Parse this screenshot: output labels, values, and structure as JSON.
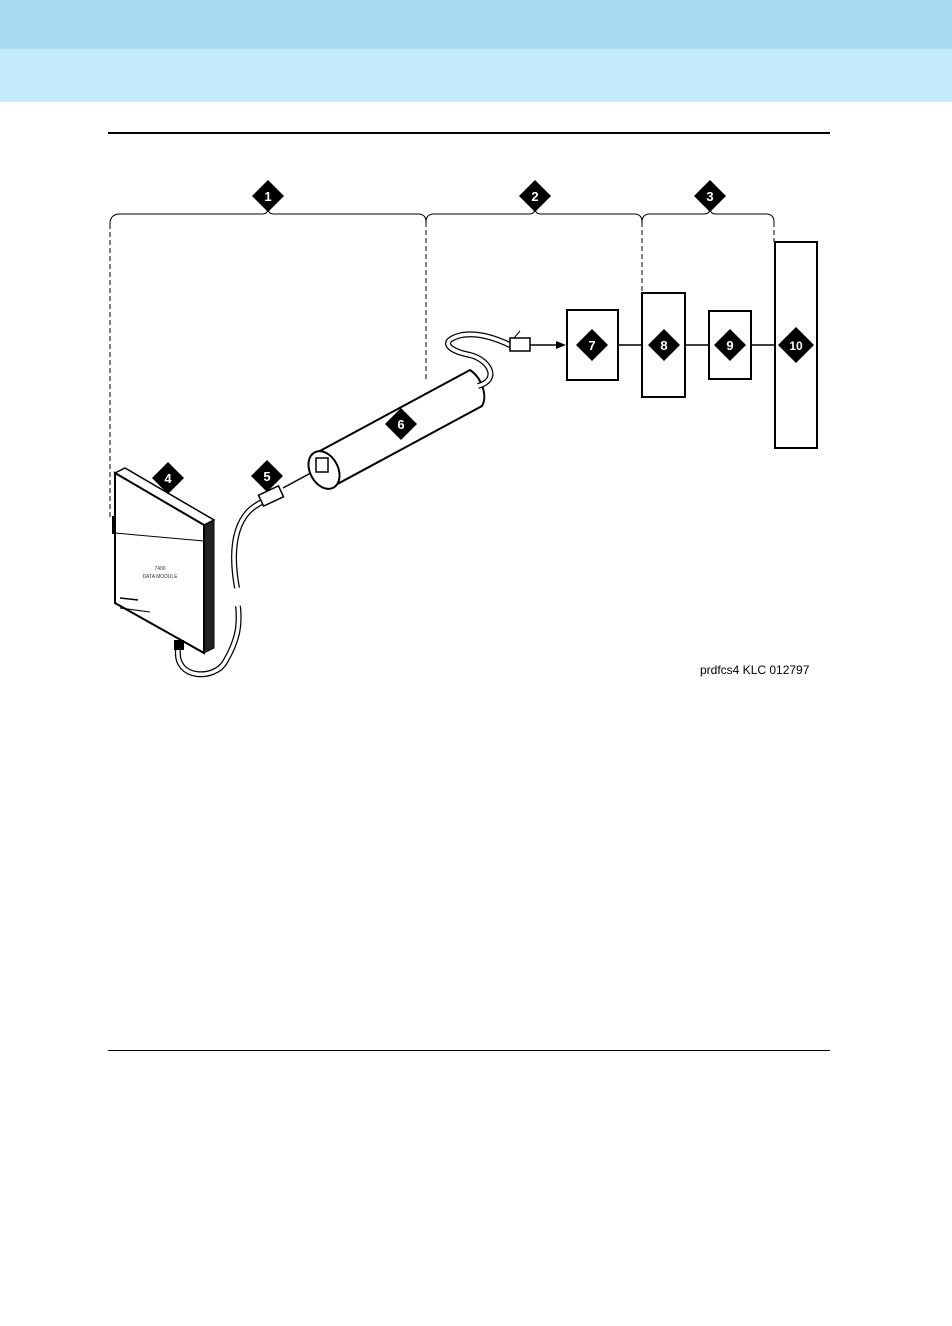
{
  "callouts": [
    {
      "id": "callout-1",
      "label": "1"
    },
    {
      "id": "callout-2",
      "label": "2"
    },
    {
      "id": "callout-3",
      "label": "3"
    },
    {
      "id": "callout-4",
      "label": "4"
    },
    {
      "id": "callout-5",
      "label": "5"
    },
    {
      "id": "callout-6",
      "label": "6"
    },
    {
      "id": "callout-7",
      "label": "7"
    },
    {
      "id": "callout-8",
      "label": "8"
    },
    {
      "id": "callout-9",
      "label": "9"
    },
    {
      "id": "callout-10",
      "label": "10"
    }
  ],
  "figure_credit": "prdfcs4 KLC 012797",
  "colors": {
    "header_top": "#a8dcf4",
    "header_bottom": "#c4ebfb",
    "line": "#000000",
    "badge": "#000000"
  }
}
